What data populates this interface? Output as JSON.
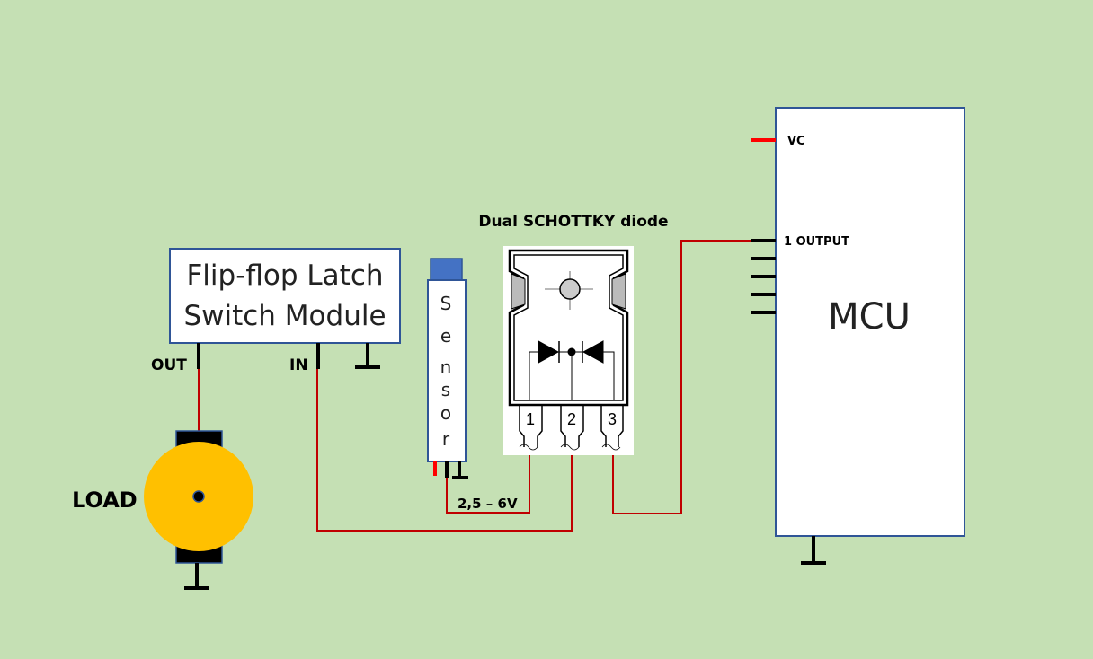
{
  "diagram": {
    "background_color": "#c5e0b4",
    "wire_color": "#c00000",
    "outline_color": "#2f5597",
    "flipflop": {
      "line1": "Flip-flop Latch",
      "line2": "Switch Module",
      "out_label": "OUT",
      "in_label": "IN"
    },
    "sensor": {
      "letters": [
        "S",
        "e",
        "n",
        "s",
        "o",
        "r"
      ],
      "cap_color": "#4472c4"
    },
    "diode": {
      "title": "Dual SCHOTTKY diode",
      "pins": [
        "1",
        "2",
        "3"
      ]
    },
    "mcu": {
      "label": "MCU",
      "vc_label": "VC",
      "output_label": "1 OUTPUT"
    },
    "load": {
      "label": "LOAD",
      "color": "#ffc000"
    },
    "voltage_label": "2,5 – 6V"
  }
}
